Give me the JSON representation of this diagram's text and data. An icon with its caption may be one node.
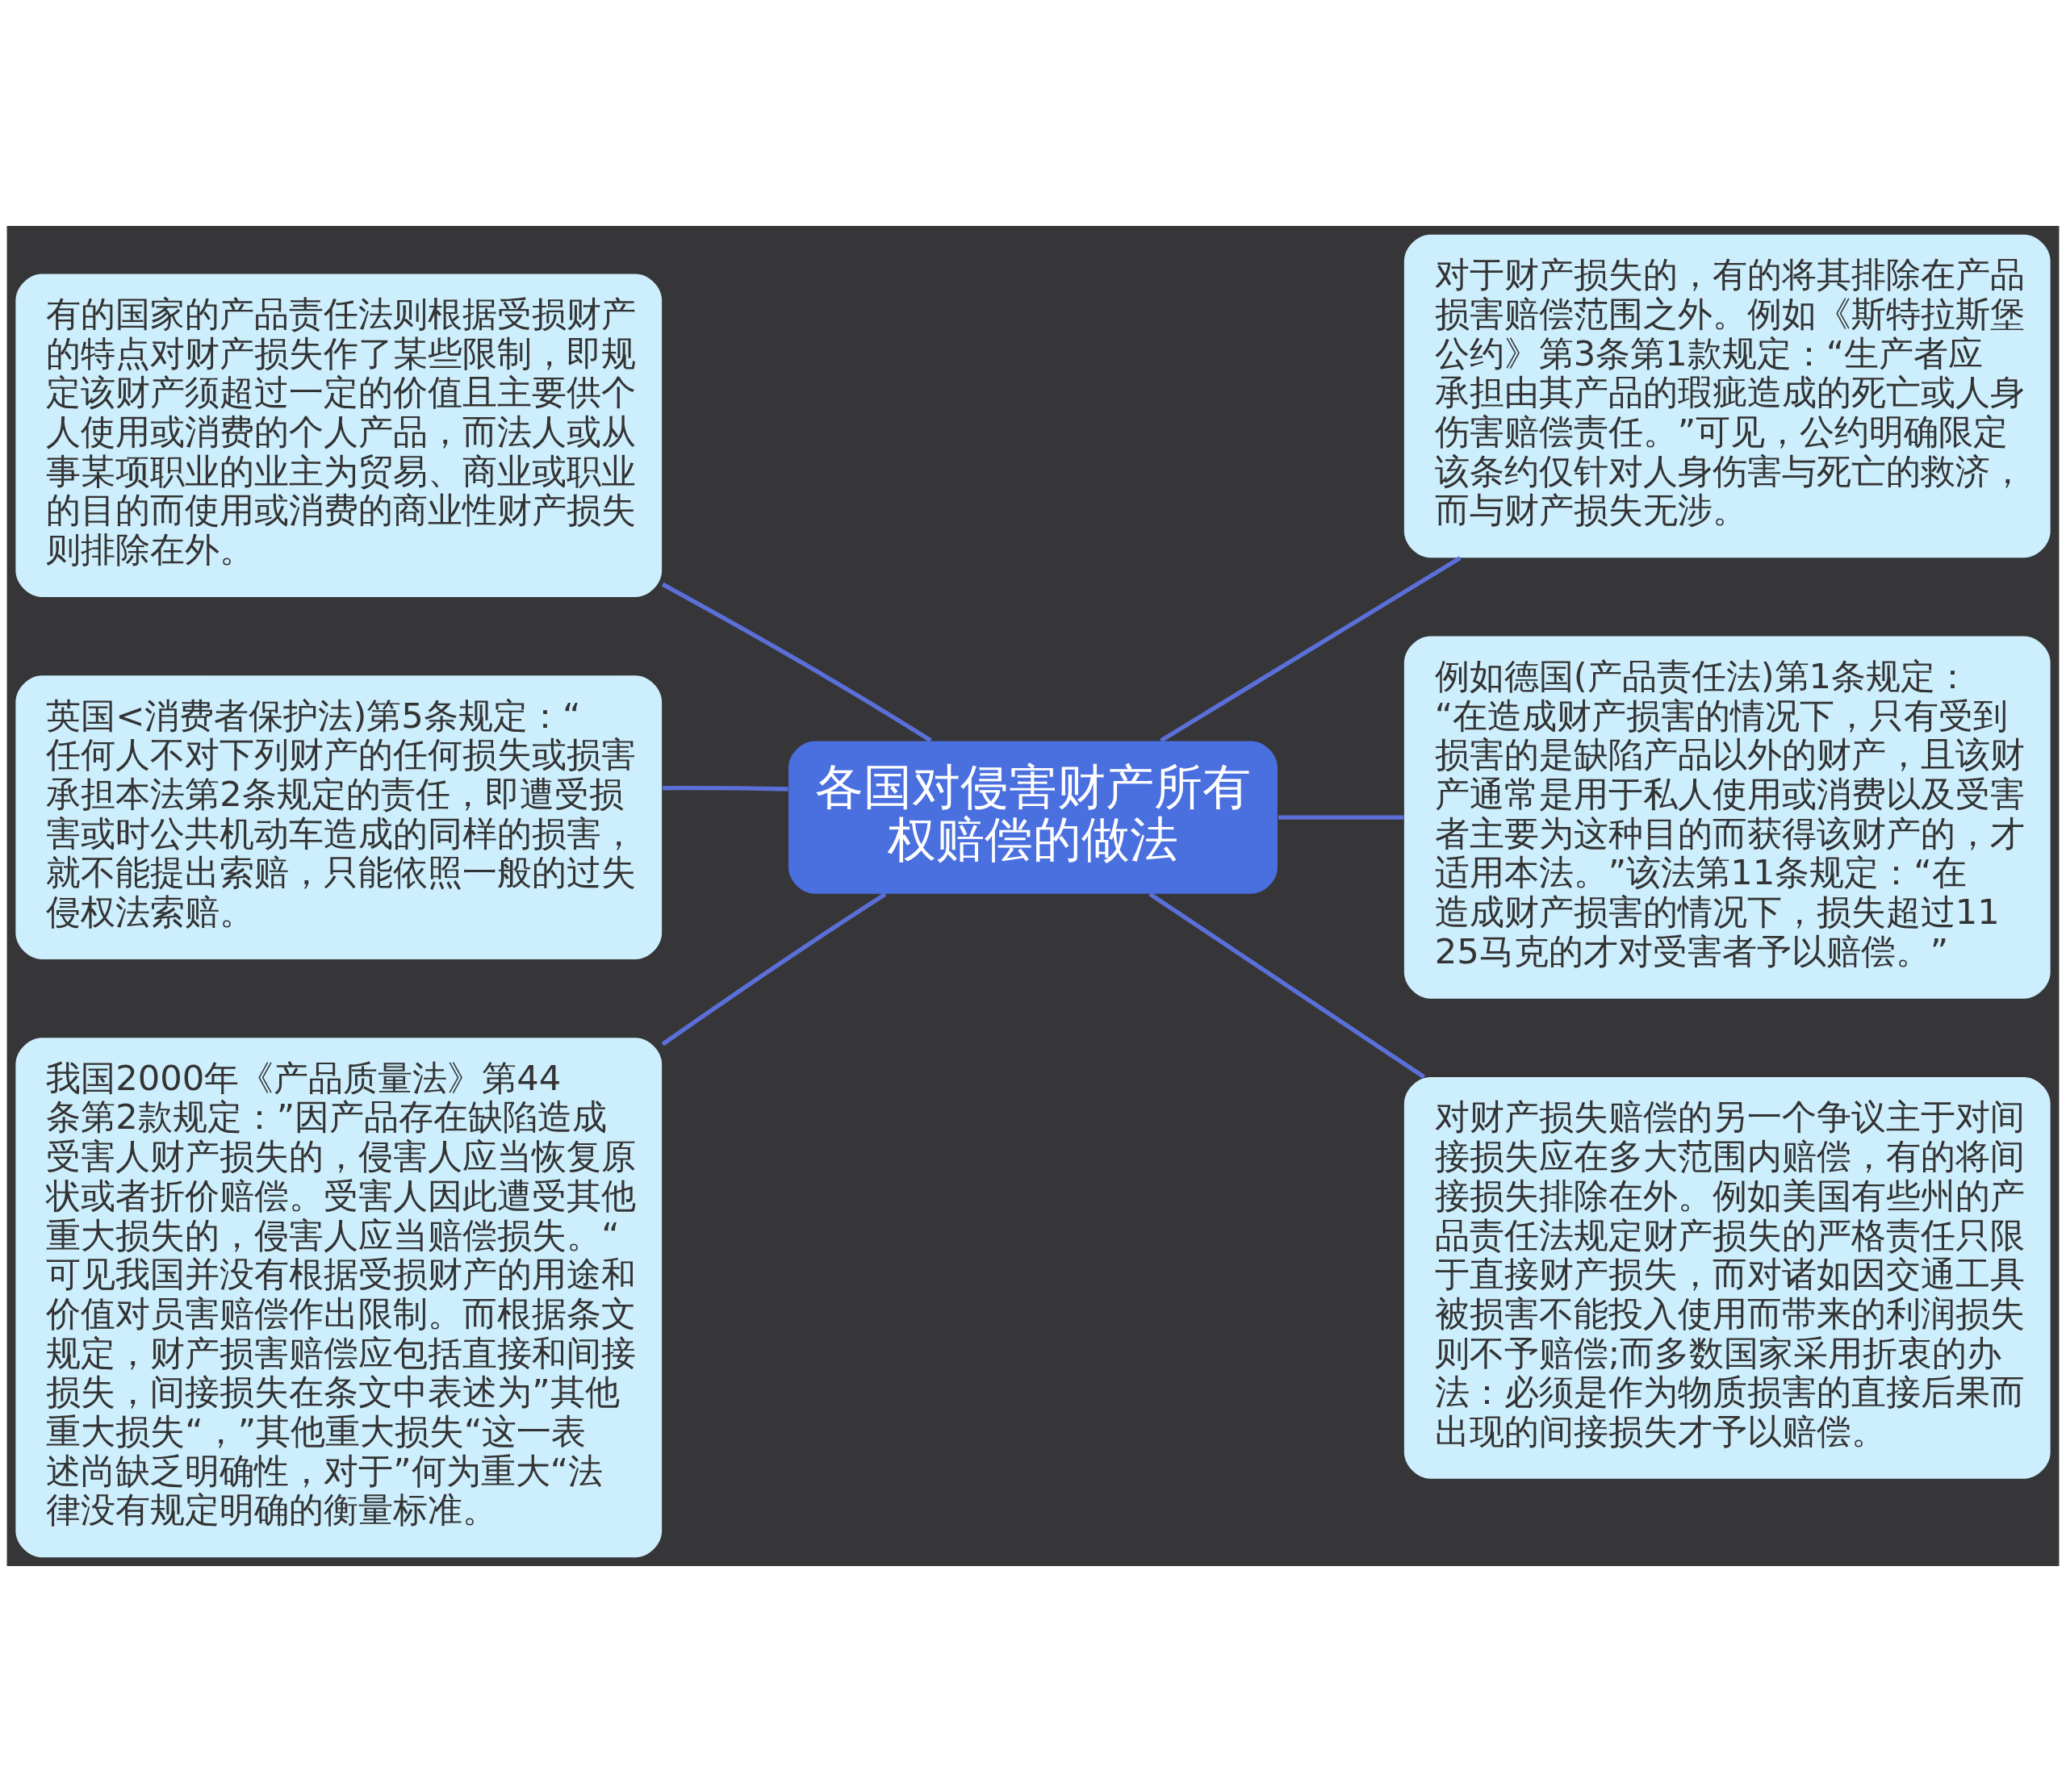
{
  "diagram": {
    "nodes": [
      {
        "text": [
          "各国对侵害财产所有权赔偿的做法"
        ]
      },
      {
        "text": [
          "有的国家的产品责任法则根据受损财产的特点对财产损失作了某些限制，即规定该财产须超过一定的价值且主要供个人使用或消费的个人产品，而法人或从事某项职业的业主为贸易、商业或职业的目的而使用或消费的商业性财产损失则排除在外。"
        ]
      },
      {
        "text": [
          "英国<消费者保护法)第5条规定：“任何人不对下列财产的任何损失或损害承担本法第2条规定的责任，即遭受损害或时公共机动车造成的同样的损害，就不能提出索赔，只能依照一般的过失侵权法索赔。"
        ]
      },
      {
        "text": [
          "我国2000年《产品质量法》第44条第2款规定：”因产品存在缺陷造成受害人财产损失的，侵害人应当恢复原状或者折价赔偿。受害人因此遭受其他重大损失的，侵害人应当赔偿损失。“可见我国并没有根据受损财产的用途和价值对员害赔偿作出限制。而根据条文规定，财产损害赔偿应包括直接和间接损失，间接损失在条文中表述为”其他重大损失“，”其他重大损失“这一表述尚缺乏明确性，对于”何为重大“法律没有规定明确的衡量标准。"
        ]
      },
      {
        "text": [
          "对于财产损失的，有的将其排除在产品损害赔偿范围之外。例如《斯特拉斯堡公约》第3条第1款规定：“生产者应承担由其产品的瑕疵造成的死亡或人身伤害赔偿责任。”可见，公约明确限定该条约仅针对人身伤害与死亡的救济，而与财产损失无涉。"
        ]
      },
      {
        "text": [
          "例如德国(产品责任法)第1条规定：“在造成财产损害的情况下，只有受到损害的是缺陷产品以外的财产，且该财产通常是用于私人使用或消费以及受害者主要为这种目的而获得该财产的，才适用本法。”该法第11条规定：“在造成财产损害的情况下，损失超过1125马克的才对受害者予以赔偿。”"
        ]
      },
      {
        "text": [
          "对财产损失赔偿的另一个争议主于对间接损失应在多大范围内赔偿，有的将间接损失排除在外。例如美国有些州的产品责任法规定财产损失的严格责任只限于直接财产损失，而对诸如因交通工具被损害不能投入使用而带来的利润损失则不予赔偿;而多数国家采用折衷的办法：必须是作为物质损害的直接后果而出现的间接损失才予以赔偿。"
        ]
      }
    ],
    "edges": [
      {
        "from": 0,
        "to": 1,
        "arrow": "none"
      },
      {
        "from": 0,
        "to": 2,
        "arrow": "none"
      },
      {
        "from": 0,
        "to": 3,
        "arrow": "none"
      },
      {
        "from": 0,
        "to": 4,
        "arrow": "none"
      },
      {
        "from": 0,
        "to": 5,
        "arrow": "none"
      },
      {
        "from": 0,
        "to": 6,
        "arrow": "none"
      }
    ]
  }
}
